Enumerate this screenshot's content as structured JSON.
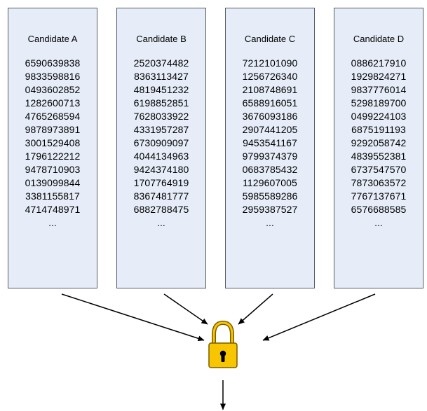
{
  "candidates": [
    {
      "title": "Candidate A",
      "numbers": [
        "6590639838",
        "9833598816",
        "0493602852",
        "1282600713",
        "4765268594",
        "9878973891",
        "3001529408",
        "1796122212",
        "9478710903",
        "0139099844",
        "3381155817",
        "4714748971"
      ],
      "ellipsis": "..."
    },
    {
      "title": "Candidate B",
      "numbers": [
        "2520374482",
        "8363113427",
        "4819451232",
        "6198852851",
        "7628033922",
        "4331957287",
        "6730909097",
        "4044134963",
        "9424374180",
        "1707764919",
        "8367481777",
        "6882788475"
      ],
      "ellipsis": "..."
    },
    {
      "title": "Candidate C",
      "numbers": [
        "7212101090",
        "1256726340",
        "2108748691",
        "6588916051",
        "3676093186",
        "2907441205",
        "9453541167",
        "9799374379",
        "0683785432",
        "1129607005",
        "5985589286",
        "2959387527"
      ],
      "ellipsis": "..."
    },
    {
      "title": "Candidate D",
      "numbers": [
        "0886217910",
        "1929824271",
        "9837776014",
        "5298189700",
        "0499224103",
        "6875191193",
        "9292058742",
        "4839552381",
        "6737547570",
        "7873063572",
        "7767137671",
        "6576688585"
      ],
      "ellipsis": "..."
    }
  ],
  "icons": {
    "lock": "padlock-icon"
  },
  "colors": {
    "box_fill": "#e6edf8",
    "box_border": "#555b66",
    "lock_body": "#f7c600",
    "lock_outline": "#7a5c00",
    "arrow": "#000000"
  }
}
